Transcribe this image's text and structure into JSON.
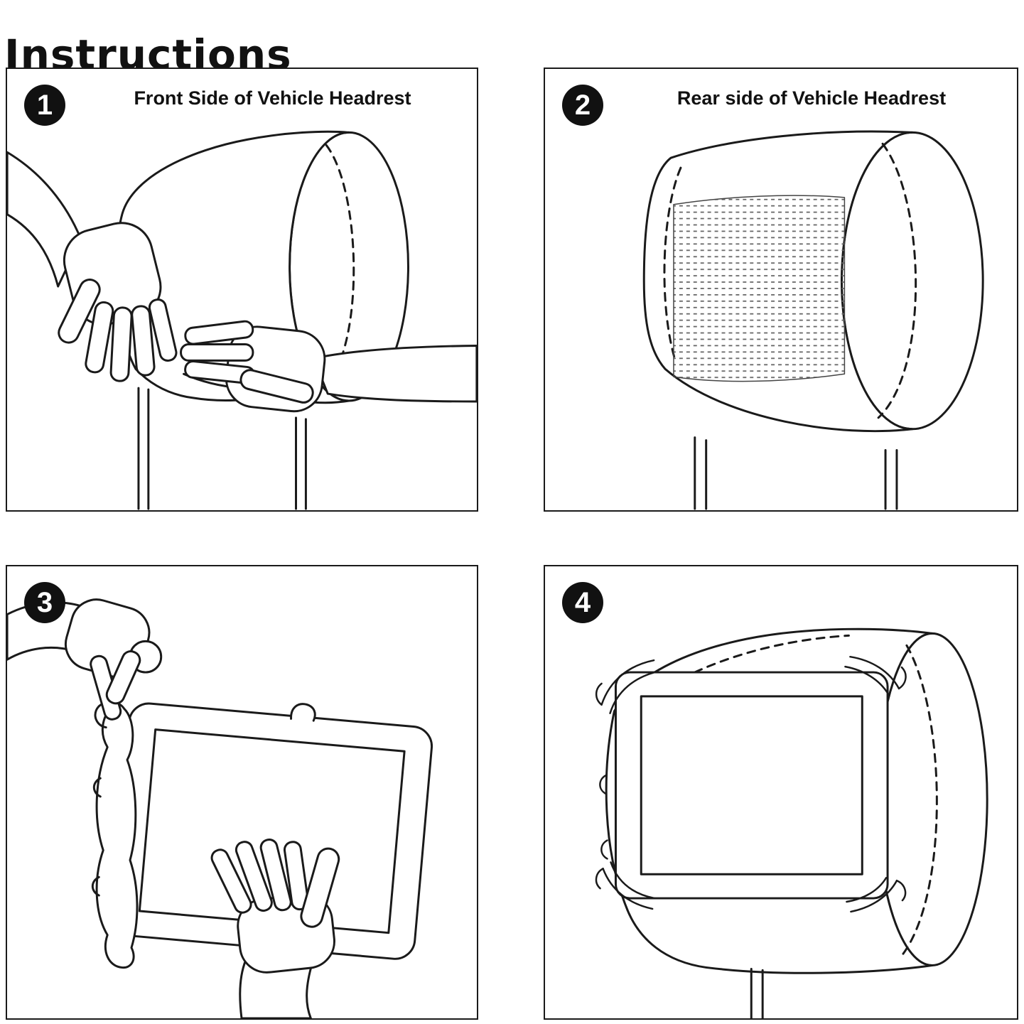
{
  "title": "Instructions",
  "colors": {
    "line": "#1a1a1a",
    "background": "#ffffff"
  },
  "panels": [
    {
      "number": "1",
      "caption": "Front Side of Vehicle Headrest",
      "illustration": "hands-pulling-cover-over-front-of-headrest"
    },
    {
      "number": "2",
      "caption": "Rear side of Vehicle Headrest",
      "illustration": "rear-of-headrest-with-mesh-panel"
    },
    {
      "number": "3",
      "caption": "",
      "illustration": "hands-stretching-silicone-strap-around-tablet"
    },
    {
      "number": "4",
      "caption": "",
      "illustration": "tablet-mounted-on-rear-of-headrest"
    }
  ]
}
